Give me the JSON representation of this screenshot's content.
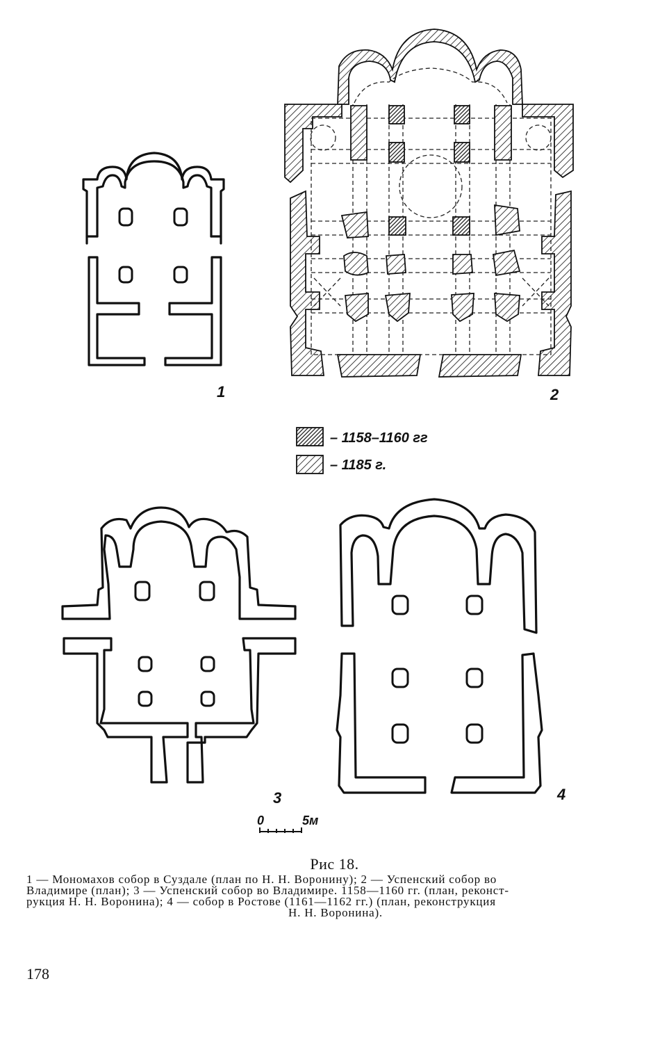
{
  "plans": [
    {
      "number": "1"
    },
    {
      "number": "2"
    },
    {
      "number": "3"
    },
    {
      "number": "4"
    }
  ],
  "legend": [
    {
      "label": "– 1158–1160 гг",
      "pattern": "dense-hatch"
    },
    {
      "label": "– 1185 г.",
      "pattern": "light-hatch"
    }
  ],
  "scale": {
    "start": "0",
    "end": "5м"
  },
  "figure_title": "Рис 18.",
  "caption_lines": [
    "1 — Мономахов собор в Суздале (план по Н. Н. Воронину); 2 — Успенский собор во",
    "Владимире (план); 3 — Успенский собор во Владимире. 1158—1160 гг. (план, реконст-",
    "рукция Н. Н. Воронина); 4 — собор в Ростове (1161—1162 гг.) (план, реконструкция",
    "Н. Н. Воронина)."
  ],
  "page_number": "178"
}
